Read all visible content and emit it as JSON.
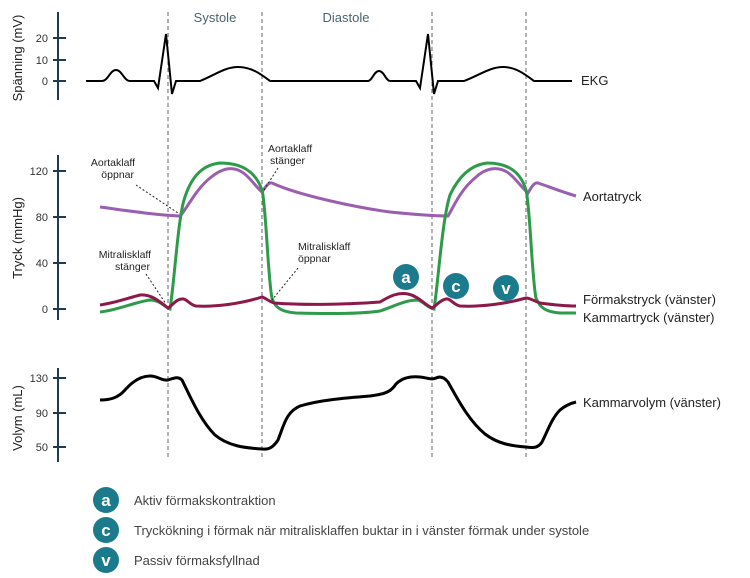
{
  "phases": {
    "systole": "Systole",
    "diastole": "Diastole"
  },
  "panels": {
    "ecg": {
      "ylabel": "Spänning (mV)",
      "ticks": [
        "20",
        "10",
        "0"
      ],
      "trace_label": "EKG"
    },
    "pressure": {
      "ylabel": "Tryck (mmHg)",
      "ticks": [
        "120",
        "80",
        "40",
        "0"
      ],
      "aortic_label": "Aortatryck",
      "atrial_label": "Förmakstryck (vänster)",
      "ventricular_label": "Kammartryck (vänster)"
    },
    "volume": {
      "ylabel": "Volym (mL)",
      "ticks": [
        "130",
        "90",
        "50"
      ],
      "trace_label": "Kammarvolym (vänster)"
    }
  },
  "annotations": {
    "aortic_open": [
      "Aortaklaff",
      "öppnar"
    ],
    "aortic_close": [
      "Aortaklaff",
      "stänger"
    ],
    "mitral_close": [
      "Mitralisklaff",
      "stänger"
    ],
    "mitral_open": [
      "Mitralisklaff",
      "öppnar"
    ]
  },
  "badges": {
    "a": "a",
    "c": "c",
    "v": "v"
  },
  "legend": [
    {
      "badge": "a",
      "text": "Aktiv förmakskontraktion"
    },
    {
      "badge": "c",
      "text": "Tryckökning i förmak när mitralisklaffen buktar in i vänster förmak under systole"
    },
    {
      "badge": "v",
      "text": "Passiv förmaksfyllnad"
    }
  ],
  "colors": {
    "aortic": "#9b5fb0",
    "atrial": "#8b1a4a",
    "ventricular": "#2e9a4a",
    "ecg": "#000000",
    "volume": "#000000",
    "badge": "#1b7a8c"
  }
}
